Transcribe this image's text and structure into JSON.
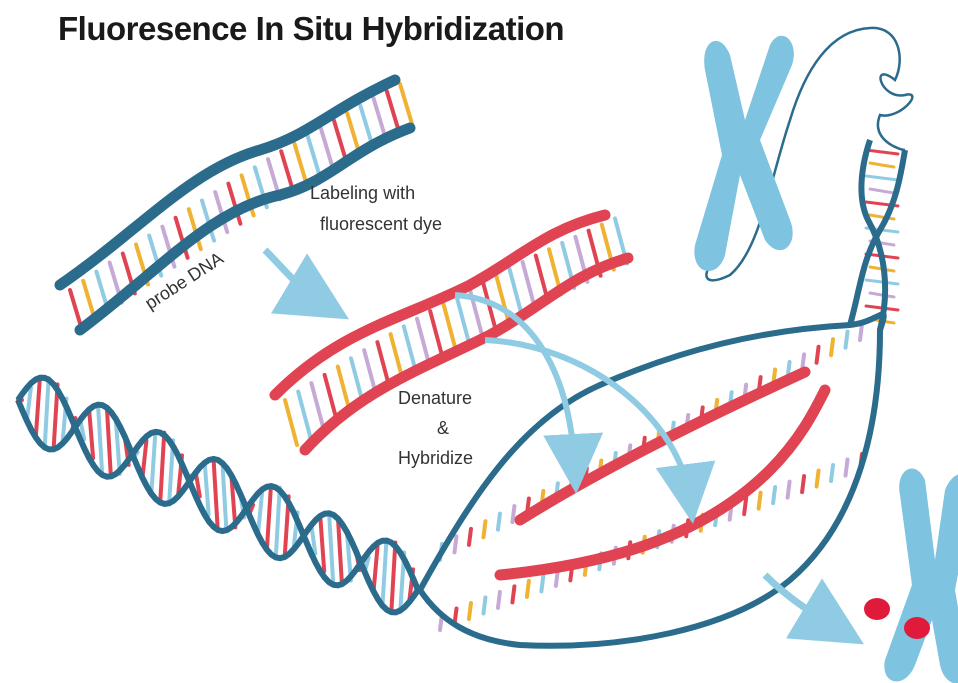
{
  "title": "Fluoresence In Situ Hybridization",
  "labels": {
    "probe": "probe DNA",
    "labeling_line1": "Labeling with",
    "labeling_line2": "fluorescent dye",
    "denature_line1": "Denature",
    "denature_line2": "&",
    "denature_line3": "Hybridize"
  },
  "colors": {
    "backbone": "#2b6b8c",
    "probe_red": "#e04452",
    "arrow": "#8fcbe2",
    "chromosome": "#7ec3df",
    "signal": "#e01a3a",
    "base_red": "#e04452",
    "base_yellow": "#f0b233",
    "base_blue": "#8fcbe2",
    "base_lilac": "#c7a9d6"
  }
}
